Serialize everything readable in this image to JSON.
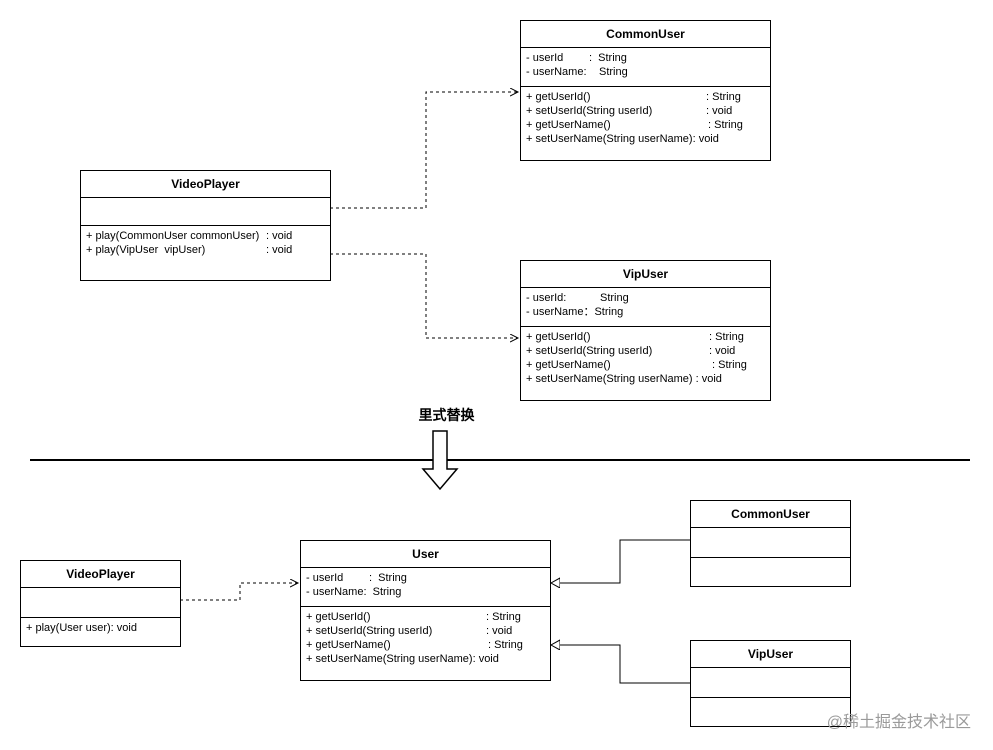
{
  "top": {
    "video_player": {
      "name": "VideoPlayer",
      "attributes": [],
      "methods": [
        {
          "text": "+ play(CommonUser commonUser)",
          "type": ": void"
        },
        {
          "text": "+ play(VipUser  vipUser)",
          "type": ": void"
        }
      ]
    },
    "common_user": {
      "name": "CommonUser",
      "attributes": [
        {
          "text": "- userId",
          "type": ":  String"
        },
        {
          "text": "- userName:",
          "type": "String"
        }
      ],
      "methods": [
        {
          "text": "+ getUserId()",
          "type": ": String"
        },
        {
          "text": "+ setUserId(String userId)",
          "type": ": void"
        },
        {
          "text": "+ getUserName()",
          "type": ": String"
        },
        {
          "text": "+ setUserName(String userName): void",
          "type": ""
        }
      ]
    },
    "vip_user": {
      "name": "VipUser",
      "attributes": [
        {
          "text": "- userId:",
          "type": "String"
        },
        {
          "text": "- userName：String",
          "type": ""
        }
      ],
      "methods": [
        {
          "text": "+ getUserId()",
          "type": ": String"
        },
        {
          "text": "+ setUserId(String userId)",
          "type": ": void"
        },
        {
          "text": "+ getUserName()",
          "type": ": String"
        },
        {
          "text": "+ setUserName(String userName) : void",
          "type": ""
        }
      ]
    }
  },
  "transition_label": "里式替换",
  "bottom": {
    "video_player": {
      "name": "VideoPlayer",
      "attributes": [],
      "methods": [
        {
          "text": "+ play(User user): void",
          "type": ""
        }
      ]
    },
    "user": {
      "name": "User",
      "attributes": [
        {
          "text": "- userId",
          "type": ":  String"
        },
        {
          "text": "- userName:  String",
          "type": ""
        }
      ],
      "methods": [
        {
          "text": "+ getUserId()",
          "type": ": String"
        },
        {
          "text": "+ setUserId(String userId)",
          "type": ": void"
        },
        {
          "text": "+ getUserName()",
          "type": ": String"
        },
        {
          "text": "+ setUserName(String userName): void",
          "type": ""
        }
      ]
    },
    "common_user": {
      "name": "CommonUser"
    },
    "vip_user": {
      "name": "VipUser"
    }
  },
  "watermark": "@稀土掘金技术社区"
}
